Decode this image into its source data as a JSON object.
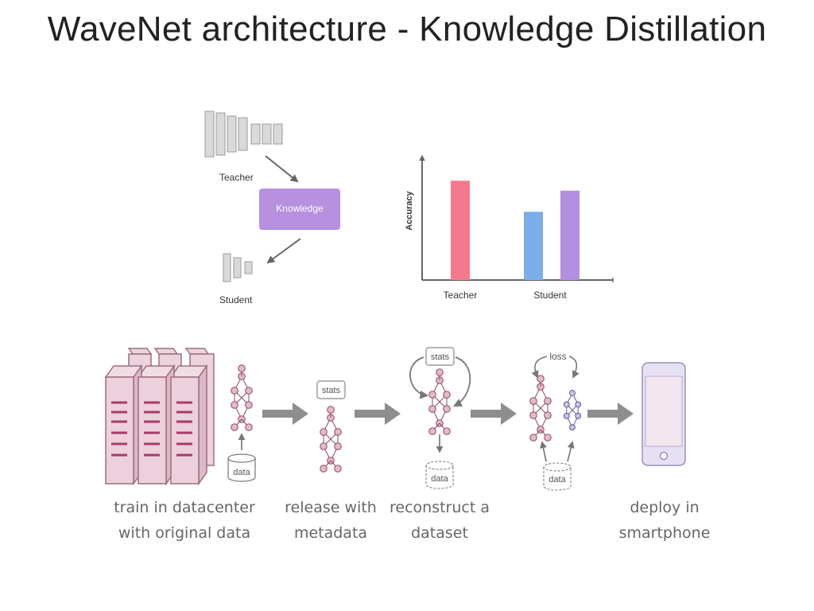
{
  "slide": {
    "title": "WaveNet architecture - Knowledge Distillation"
  },
  "distill_diagram": {
    "teacher_label": "Teacher",
    "knowledge_label": "Knowledge",
    "student_label": "Student"
  },
  "chart_data": {
    "type": "bar",
    "title": "",
    "ylabel": "Accuracy",
    "categories": [
      "Teacher",
      "Student"
    ],
    "bars": [
      {
        "category": "Teacher",
        "value": 0.8,
        "color": "#f47a8b"
      },
      {
        "category": "Student",
        "value": 0.55,
        "color": "#7aaeea"
      },
      {
        "category": "Student",
        "value": 0.72,
        "color": "#b48ee0"
      }
    ],
    "ylim": [
      0,
      1
    ],
    "grid": false,
    "legend": "none"
  },
  "pipeline": {
    "stats_label": "stats",
    "data_label": "data",
    "loss_label": "loss",
    "captions": {
      "train_line1": "train in datacenter",
      "train_line2": "with original data",
      "release_line1": "release with",
      "release_line2": "metadata",
      "reconstruct_line1": "reconstruct a",
      "reconstruct_line2": "dataset",
      "deploy_line1": "deploy in",
      "deploy_line2": "smartphone"
    },
    "colors": {
      "server": "#e9cbd6",
      "server_stroke": "#9b6f80",
      "net": "#e6b9c9",
      "student_net": "#c9c3ea",
      "arrow": "#8e8e8e"
    }
  }
}
